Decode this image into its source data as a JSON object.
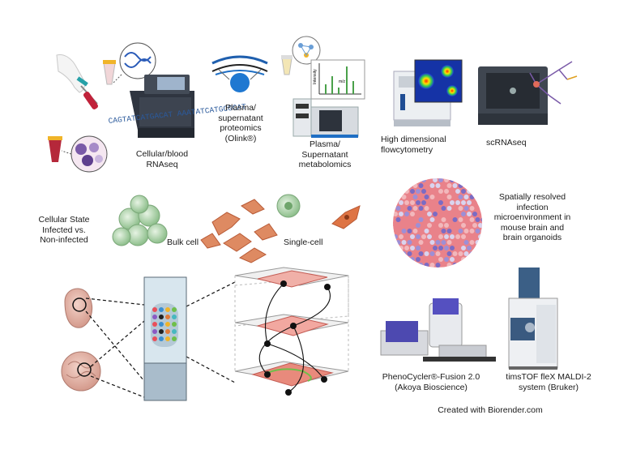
{
  "labels": {
    "rnaseq": [
      "Cellular/blood",
      "RNAseq"
    ],
    "proteomics": [
      "Plasma/",
      "supernatant",
      "proteomics",
      "(Olink®)"
    ],
    "metabolomics": [
      "Plasma/",
      "Supernatant",
      "metabolomics"
    ],
    "flow": [
      "High dimensional",
      "flowcytometry"
    ],
    "scrnaseq": [
      "scRNAseq"
    ],
    "cell_state": [
      "Cellular State",
      "Infected vs.",
      "Non-infected"
    ],
    "bulk": [
      "Bulk cell"
    ],
    "single": [
      "Single-cell"
    ],
    "spatial": [
      "Spatially resolved",
      "infection",
      "microenvironment in",
      "mouse brain and",
      "brain organoids"
    ],
    "phenocycler": [
      "PhenoCycler®-Fusion 2.0",
      "(Akoya Bioscience)"
    ],
    "timstof": [
      "timsTOF fleX MALDI-2",
      "system (Bruker)"
    ],
    "credit": [
      "Created with Biorender.com"
    ]
  },
  "seq_text": "CAGTATCATGACAT AAATATCATGCGCAT",
  "ms_axis_label": "Intensity",
  "ms_peak_label": "m/z",
  "colors": {
    "tube_red": "#b5283a",
    "cell_purple": "#6b4aa0",
    "cell_green": "#9cc79a",
    "fibro_orange": "#d9704a",
    "tissue_pink": "#e8807c",
    "spatial_purple": "#7b6bc4",
    "instrument_grey": "#3f4650",
    "instrument_light": "#dde1e6",
    "blue_accent": "#1f6fc4"
  }
}
